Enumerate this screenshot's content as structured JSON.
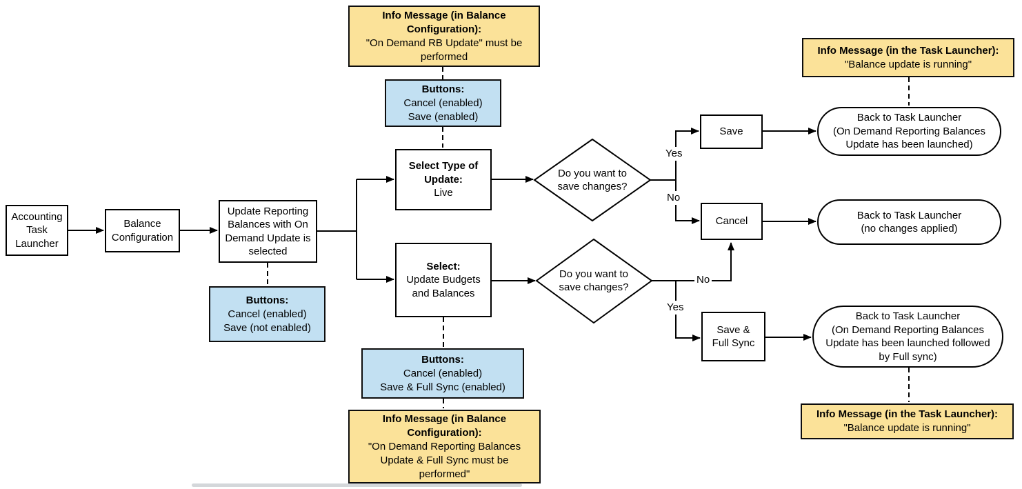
{
  "colors": {
    "annotation_yellow": "#fbe299",
    "annotation_blue": "#c2e0f2",
    "shape_border": "#000000",
    "line": "#000000",
    "scrollbar": "#d4d7da"
  },
  "nodes": {
    "accounting": {
      "label": "Accounting\nTask\nLauncher"
    },
    "balance_config": {
      "label": "Balance\nConfiguration"
    },
    "update_reporting": {
      "label": "Update Reporting\nBalances with On\nDemand Update is\nselected"
    },
    "select_type": {
      "title": "Select Type of\nUpdate:",
      "body": "Live"
    },
    "select_budgets": {
      "title": "Select:",
      "body": "Update Budgets\nand Balances"
    },
    "decision1": {
      "label": "Do you want to\nsave changes?"
    },
    "decision2": {
      "label": "Do you want to\nsave changes?"
    },
    "save": {
      "label": "Save"
    },
    "cancel": {
      "label": "Cancel"
    },
    "save_full_sync": {
      "label": "Save &\nFull Sync"
    },
    "end_saved": {
      "label": "Back to Task Launcher\n(On Demand Reporting Balances\nUpdate has been launched)"
    },
    "end_no_changes": {
      "label": "Back to Task Launcher\n(no changes applied)"
    },
    "end_full_sync": {
      "label": "Back to Task Launcher\n(On Demand Reporting Balances\nUpdate has been launched followed\nby Full sync)"
    }
  },
  "annotations": {
    "info_top": {
      "title": "Info Message (in Balance\nConfiguration):",
      "body": "\"On Demand RB Update\" must be\nperformed"
    },
    "buttons_top": {
      "title": "Buttons:",
      "lines": [
        "Cancel (enabled)",
        "Save (enabled)"
      ]
    },
    "buttons_left": {
      "title": "Buttons:",
      "lines": [
        "Cancel (enabled)",
        "Save (not enabled)"
      ]
    },
    "buttons_bottom": {
      "title": "Buttons:",
      "lines": [
        "Cancel (enabled)",
        "Save & Full Sync (enabled)"
      ]
    },
    "info_bottom": {
      "title": "Info Message (in Balance\nConfiguration):",
      "body": "\"On Demand Reporting Balances\nUpdate & Full Sync must be\nperformed\""
    },
    "info_top_right": {
      "title": "Info Message (in the Task Launcher):",
      "body": "\"Balance update is running\""
    },
    "info_bottom_right": {
      "title": "Info Message (in the Task Launcher):",
      "body": "\"Balance update is running\""
    }
  },
  "edge_labels": {
    "yes1": "Yes",
    "no1": "No",
    "no2": "No",
    "yes2": "Yes"
  }
}
